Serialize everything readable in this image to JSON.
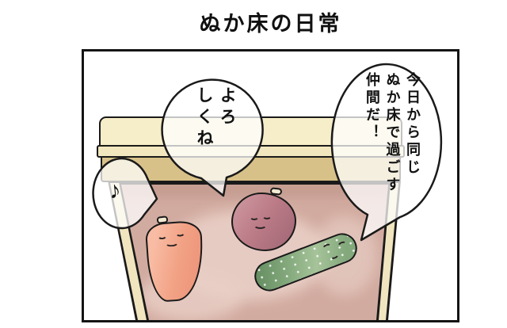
{
  "title": "ぬか床の日常",
  "bubbles": {
    "newcomer": "今日から同じ\nぬか床で過ごす\n仲間だ！",
    "reply": "よろ\nしくね",
    "note": "♪"
  },
  "characters": {
    "left": "carrot",
    "middle": "plum",
    "right": "cucumber"
  },
  "colors": {
    "outline": "#1a1a1a",
    "lid_cream": "#f6edc9",
    "lid_lip": "#f1e6bd",
    "lid_tan": "#d8c189",
    "wall_cream": "#f0e5bf",
    "nuka": "#d2aba0",
    "nuka_light": "#e9cfc6",
    "nuka_dark": "#c0988c",
    "carrot": "#f2a184",
    "carrot_light": "#f8bca4",
    "carrot_dark": "#ec9379",
    "plum": "#bb7b87",
    "plum_light": "#cb939c",
    "plum_dark": "#a66b79",
    "cuke": "#82a87b",
    "cuke_light": "#a6c399",
    "cuke_dark": "#678f63",
    "stem": "#f3ead2",
    "face": "#2a2424"
  }
}
